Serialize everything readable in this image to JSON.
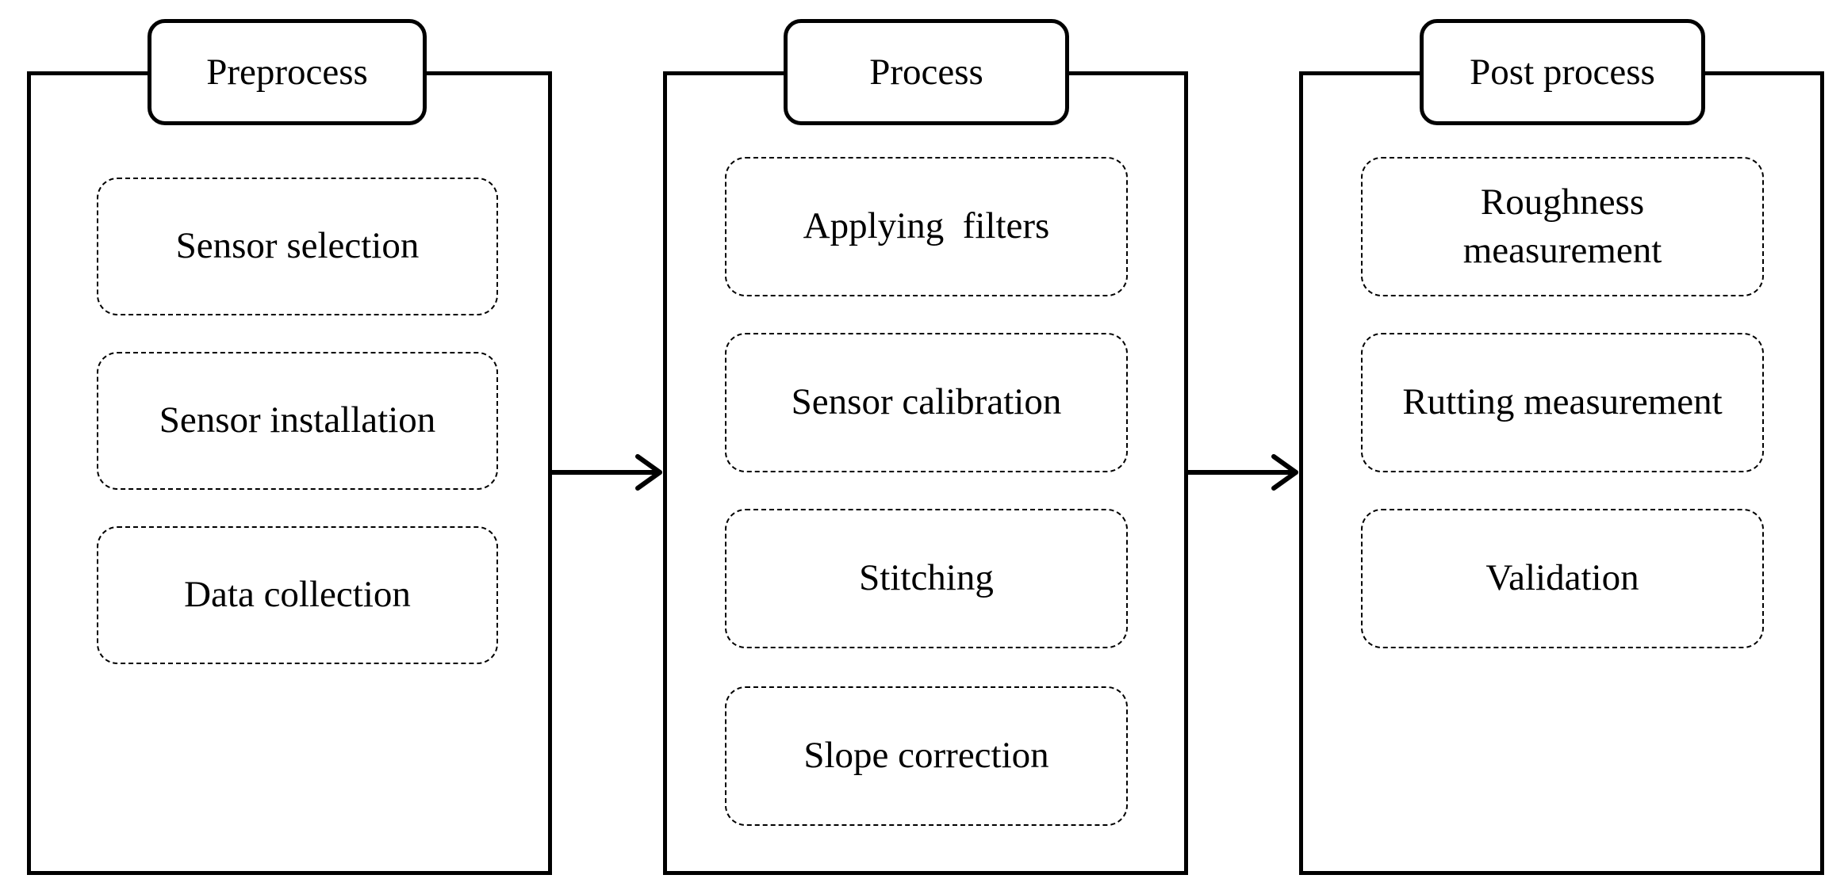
{
  "diagram": {
    "stages": [
      {
        "title": "Preprocess",
        "steps": [
          "Sensor selection",
          "Sensor installation",
          "Data collection"
        ]
      },
      {
        "title": "Process",
        "steps": [
          "Applying  filters",
          "Sensor calibration",
          "Stitching",
          "Slope correction"
        ]
      },
      {
        "title": "Post process",
        "steps": [
          "Roughness measurement",
          "Rutting measurement",
          "Validation"
        ]
      }
    ],
    "line_color": "#000000",
    "background": "#ffffff"
  }
}
